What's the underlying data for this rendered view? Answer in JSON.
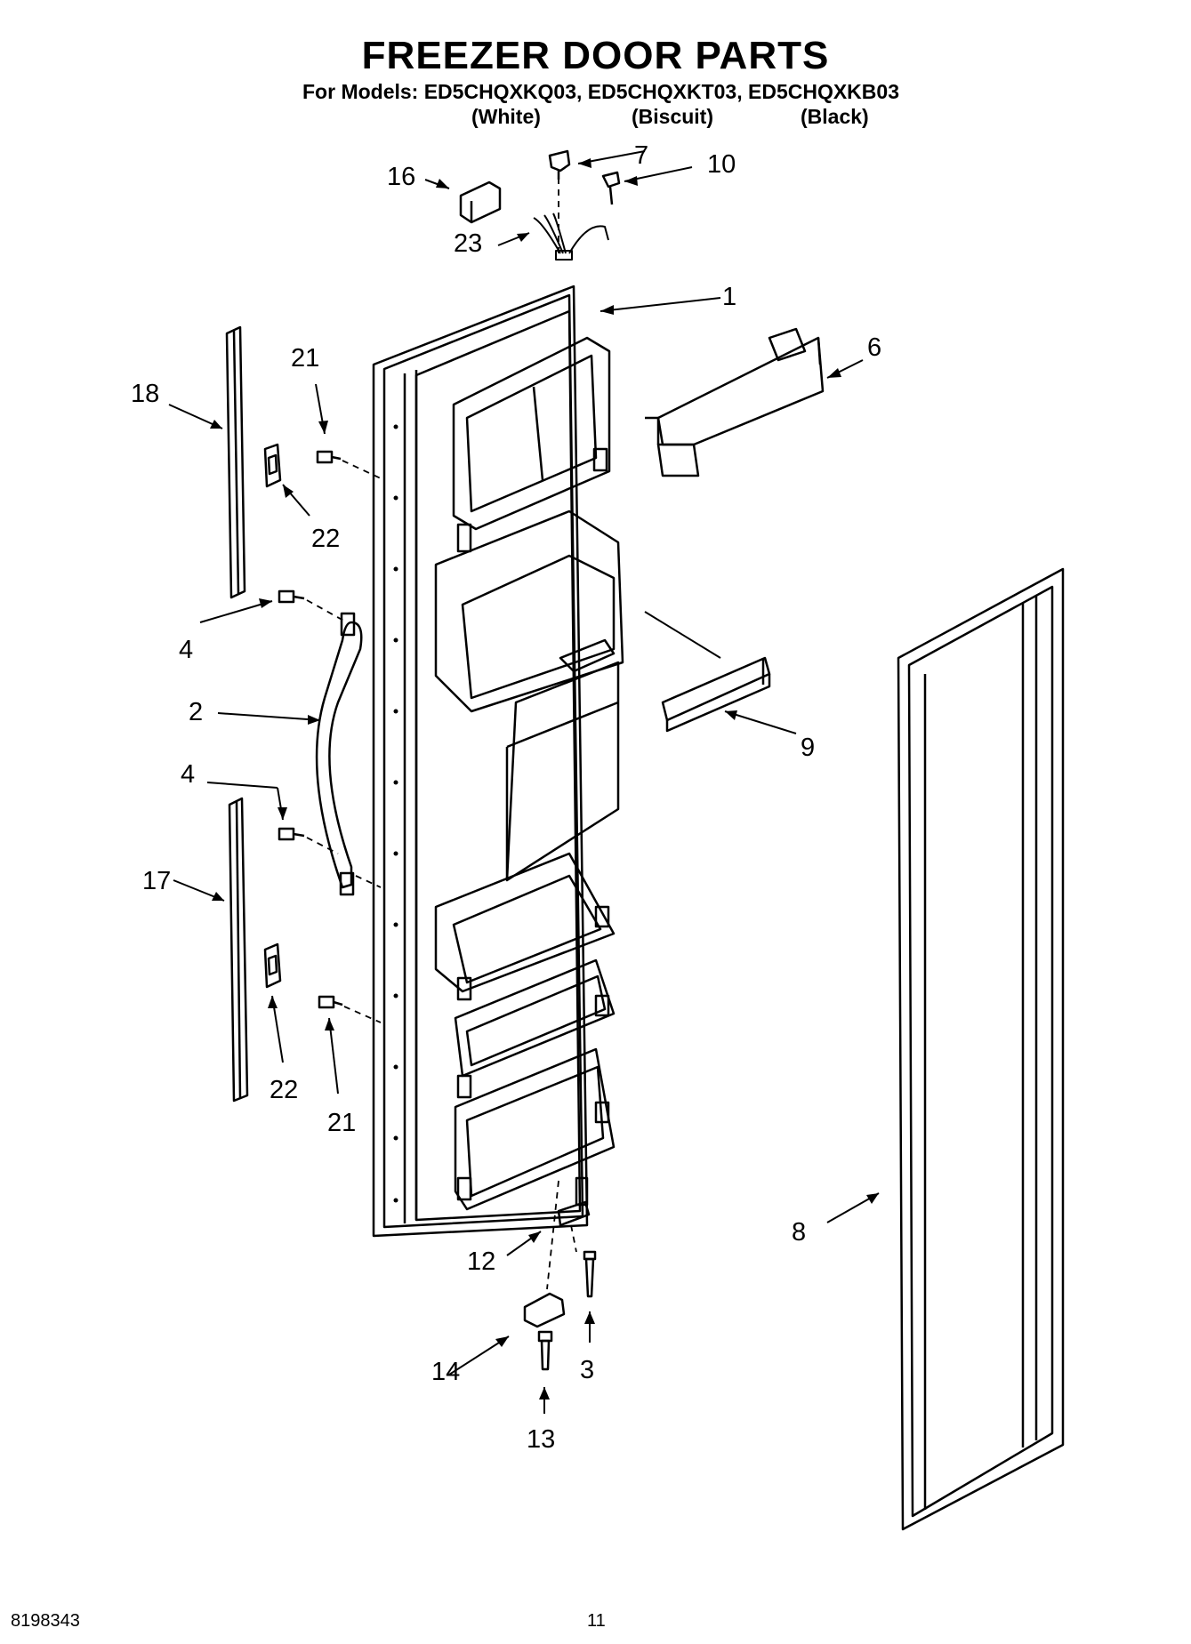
{
  "header": {
    "title": "FREEZER DOOR PARTS",
    "models_line": "For Models: ED5CHQXKQ03, ED5CHQXKT03, ED5CHQXKB03",
    "finishes": [
      "(White)",
      "(Biscuit)",
      "(Black)"
    ]
  },
  "callouts": [
    "16",
    "7",
    "10",
    "23",
    "1",
    "21",
    "6",
    "18",
    "22",
    "4",
    "2",
    "9",
    "4",
    "17",
    "22",
    "21",
    "8",
    "12",
    "3",
    "14",
    "13"
  ],
  "footer": {
    "doc_number": "8198343",
    "page_number": "11"
  }
}
